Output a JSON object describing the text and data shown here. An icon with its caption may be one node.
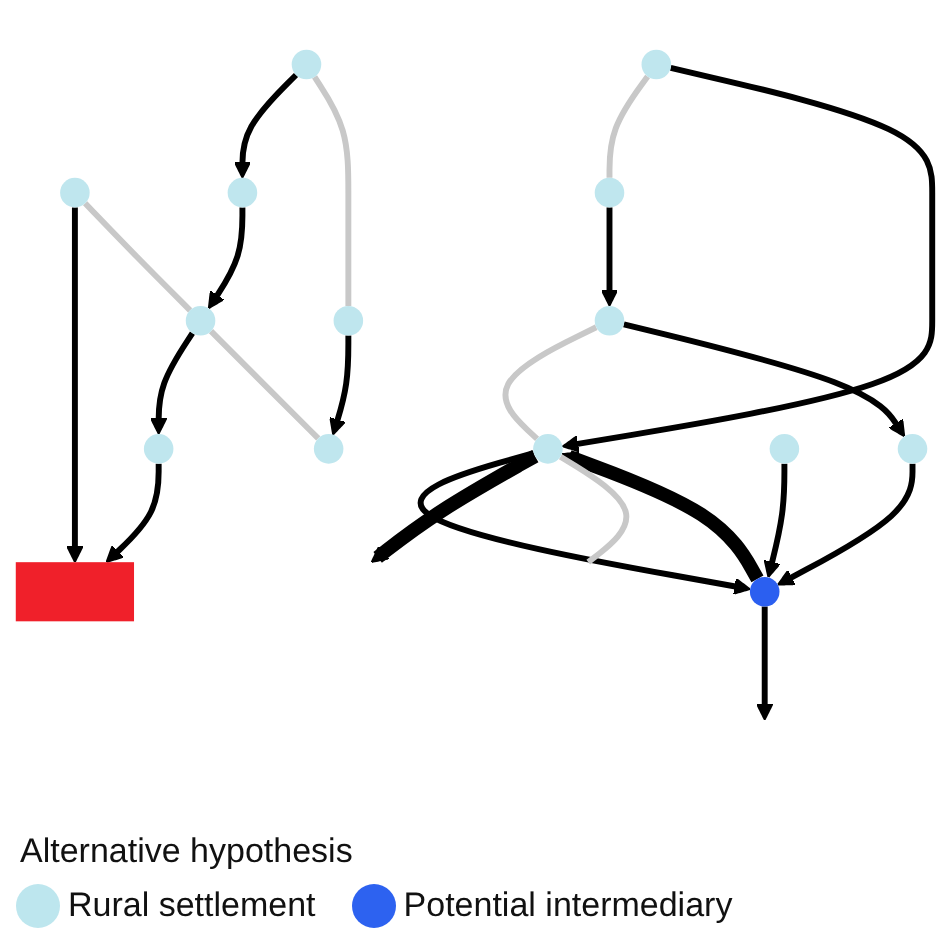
{
  "diagram": {
    "nodes": [
      {
        "text": [],
        "shape": "box"
      },
      {
        "text": [],
        "shape": "circle"
      },
      {
        "text": [],
        "shape": "circle"
      },
      {
        "text": [],
        "shape": "circle"
      },
      {
        "text": [],
        "shape": "circle"
      },
      {
        "text": [],
        "shape": "circle"
      },
      {
        "text": [],
        "shape": "circle"
      },
      {
        "text": [],
        "shape": "circle"
      },
      {
        "text": [],
        "shape": "circle"
      },
      {
        "text": [],
        "shape": "circle"
      },
      {
        "text": [],
        "shape": "circle"
      },
      {
        "text": [],
        "shape": "circle"
      },
      {
        "text": [],
        "shape": "circle"
      },
      {
        "text": [],
        "shape": "circle"
      },
      {
        "text": [],
        "shape": "circle"
      }
    ],
    "edges": [
      {
        "from": 1,
        "to": 0,
        "arrow": "to"
      },
      {
        "from": 2,
        "to": 0,
        "arrow": "to"
      },
      {
        "from": 2,
        "to": 3,
        "arrow": "none",
        "color": "#c8c8c8"
      },
      {
        "from": 3,
        "to": 1,
        "arrow": "to"
      },
      {
        "from": 4,
        "to": 3,
        "arrow": "to"
      },
      {
        "from": 3,
        "to": 5,
        "arrow": "none",
        "color": "#c8c8c8"
      },
      {
        "from": 6,
        "to": 4,
        "arrow": "to"
      },
      {
        "from": 6,
        "to": 7,
        "arrow": "none",
        "color": "#c8c8c8"
      },
      {
        "from": 7,
        "to": 5,
        "arrow": "to"
      },
      {
        "from": 8,
        "to": 9,
        "arrow": "none",
        "color": "#c8c8c8"
      },
      {
        "from": 8,
        "to": 10,
        "arrow": "to"
      },
      {
        "from": 9,
        "to": 11,
        "arrow": "to"
      },
      {
        "from": 11,
        "to": 10,
        "arrow": "none",
        "color": "#c8c8c8"
      },
      {
        "from": 11,
        "to": 12,
        "arrow": "to"
      },
      {
        "from": 12,
        "to": 13,
        "arrow": "to"
      },
      {
        "from": 10,
        "to": 13,
        "arrow": "to"
      },
      {
        "from": 13,
        "to": 10,
        "arrow": "to",
        "style": "thick"
      },
      {
        "from": 14,
        "to": 13,
        "arrow": "to"
      },
      {
        "from": 10,
        "to": null,
        "arrow": "to",
        "style": "thick"
      },
      {
        "from": 13,
        "to": null,
        "arrow": "to"
      },
      {
        "from": 10,
        "to": null,
        "arrow": "none",
        "color": "#c8c8c8"
      }
    ],
    "labels": [
      "Alternative hypothesis"
    ],
    "legend": [
      {
        "text": "Rural settlement",
        "color": "#bde6ee"
      },
      {
        "text": "Potential intermediary",
        "color": "#2d62f0"
      }
    ]
  }
}
